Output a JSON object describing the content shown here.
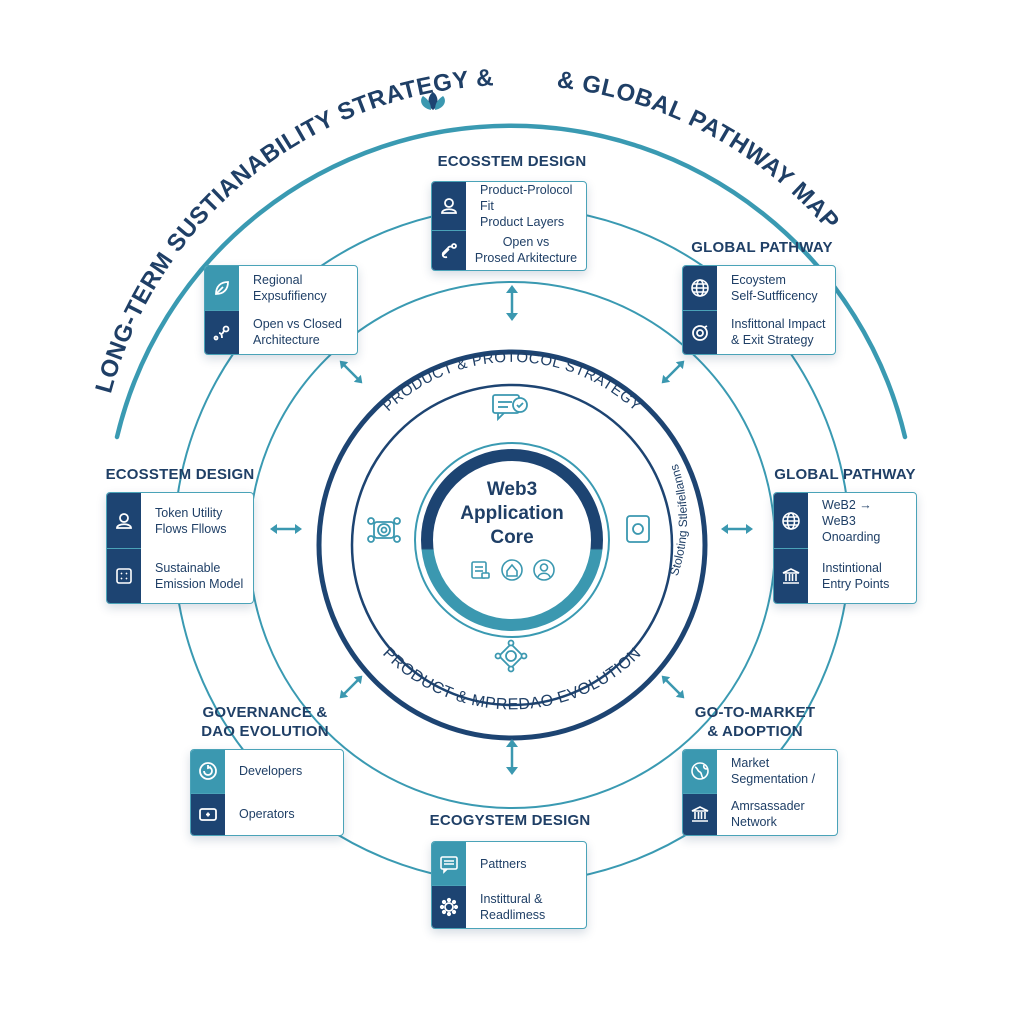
{
  "title": {
    "left_text": "LONG-TERM SUSTIANABILITY STRATEGY &",
    "right_text": "& GLOBAL PATHWAY MAP",
    "icon": "leaf-sprout-icon"
  },
  "colors": {
    "navy": "#1d4472",
    "teal": "#3b98b0",
    "text": "#1f3f66",
    "ring_teal": "#3a9ab2"
  },
  "core": {
    "title_lines": [
      "Web3",
      "Application",
      "Core"
    ],
    "icons": [
      "document-icon",
      "shield-home-icon",
      "user-circle-icon"
    ]
  },
  "rings": {
    "inner_top_label": "PRODUCT & PROTOCOL STRATEGY",
    "inner_bottom_label": "PRODUCT & MPREDAO EVOLUTION",
    "inner_right_label": "Stoloting Stleifellanns",
    "ring_icons": {
      "top": "chat-bubble-icon",
      "left": "network-nodes-icon",
      "right": "tablet-cycle-icon",
      "bottom": "hub-nodes-icon"
    }
  },
  "sections": [
    {
      "id": "top",
      "heading": [
        "ECOSSTEM DESIGN"
      ],
      "rows": [
        {
          "icon": "user-icon",
          "style": "navy",
          "text": [
            "Product-Prolocol Fit",
            "Product Layers"
          ]
        },
        {
          "icon": "wrench-link-icon",
          "style": "navy",
          "text": [
            "Open vs",
            "Prosed Arkitecture"
          ]
        }
      ]
    },
    {
      "id": "top-left",
      "heading": [],
      "rows": [
        {
          "icon": "leaf-icon",
          "style": "teal",
          "text": [
            "Regional",
            "Expsufifiency"
          ]
        },
        {
          "icon": "nodes-branch-icon",
          "style": "navy",
          "text": [
            "Open vs Closed",
            "Architecture"
          ]
        }
      ]
    },
    {
      "id": "top-right",
      "heading": [
        "GLOBAL PATHWAY"
      ],
      "rows": [
        {
          "icon": "globe-icon",
          "style": "navy",
          "text": [
            "Ecoystem",
            "Self-Sutfficency"
          ]
        },
        {
          "icon": "target-cycle-icon",
          "style": "navy",
          "text": [
            "Insfittonal Impact",
            "& Exit Strategy"
          ]
        }
      ]
    },
    {
      "id": "left",
      "heading": [
        "ECOSSTEM DESIGN"
      ],
      "rows": [
        {
          "icon": "user-icon",
          "style": "navy",
          "text": [
            "Token Utility",
            "Flows Fllows"
          ]
        },
        {
          "icon": "emission-grid-icon",
          "style": "navy",
          "text": [
            "Sustainable",
            "Emission Model"
          ]
        }
      ]
    },
    {
      "id": "right",
      "heading": [
        "GLOBAL PATHWAY"
      ],
      "rows": [
        {
          "icon": "globe-icon",
          "style": "navy",
          "text": [
            "WeB2 → WeB3",
            "Onoarding"
          ]
        },
        {
          "icon": "institution-icon",
          "style": "navy",
          "text": [
            "Instintional",
            "Entry Points"
          ]
        }
      ]
    },
    {
      "id": "bottom-left",
      "heading": [
        "GOVERNANCE &",
        "DAO EVOLUTION"
      ],
      "rows": [
        {
          "icon": "refresh-circle-icon",
          "style": "teal",
          "text": [
            "Developers"
          ]
        },
        {
          "icon": "screen-plus-icon",
          "style": "navy",
          "text": [
            "Operators"
          ]
        }
      ]
    },
    {
      "id": "bottom-right",
      "heading": [
        "GO-TO-MARKET",
        "& ADOPTION"
      ],
      "rows": [
        {
          "icon": "globe-leaf-icon",
          "style": "teal",
          "text": [
            "Market",
            "Segmentation /"
          ]
        },
        {
          "icon": "institution-icon",
          "style": "navy",
          "text": [
            "Amrsassader",
            "Network"
          ]
        }
      ]
    },
    {
      "id": "bottom",
      "heading": [
        "ECOGYSTEM DESIGN"
      ],
      "rows": [
        {
          "icon": "message-list-icon",
          "style": "teal",
          "text": [
            "Pattners"
          ]
        },
        {
          "icon": "gear-nodes-icon",
          "style": "navy",
          "text": [
            "Instittural &",
            "Readlimess"
          ]
        }
      ]
    }
  ]
}
